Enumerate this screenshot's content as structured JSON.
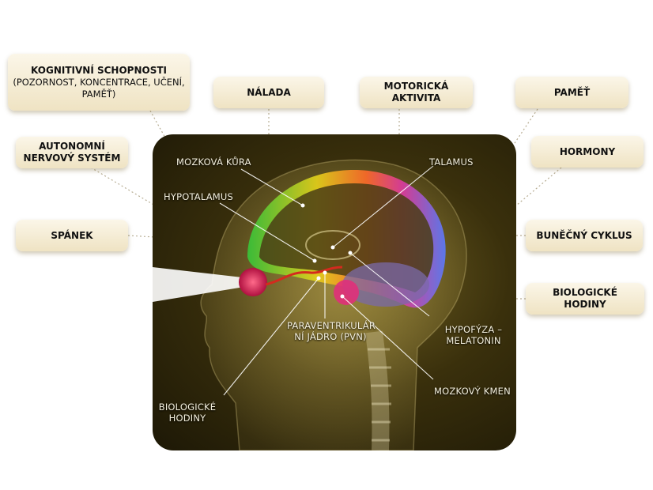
{
  "boxes": {
    "cognitive_title": "KOGNITIVNÍ SCHOPNOSTI",
    "cognitive_sub": "(POZORNOST, KONCENTRACE, UČENÍ, PAMĚŤ)",
    "mood": "NÁLADA",
    "motor": "MOTORICKÁ AKTIVITA",
    "memory": "PAMĚŤ",
    "autonomic": "AUTONOMNÍ NERVOVÝ SYSTÉM",
    "hormones": "HORMONY",
    "sleep": "SPÁNEK",
    "cell_cycle": "BUNĚČNÝ CYKLUS",
    "bio_clock": "BIOLOGICKÉ HODINY"
  },
  "labels": {
    "cortex": "MOZKOVÁ KŮRA",
    "thalamus": "TALAMUS",
    "hypothalamus": "HYPOTALAMUS",
    "pvn": "PARAVENTRIKULÁR NÍ JÁDRO (PVN)",
    "pituitary": "HYPOFÝZA – MELATONIN",
    "brainstem": "MOZKOVÝ KMEN",
    "bio_clock": "BIOLOGICKÉ HODINY"
  },
  "colors": {
    "box_bg": "#efe3c3",
    "panel_bg": "#3a300c",
    "connector": "#b7ad93",
    "pointer": "#ffffff",
    "optic_path": "#d42a1e"
  }
}
